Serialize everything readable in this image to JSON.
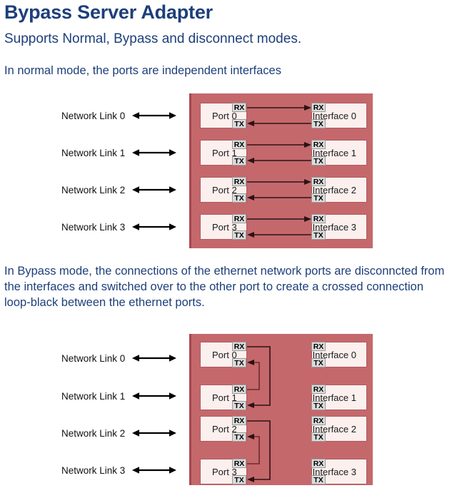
{
  "header": {
    "title": "Bypass Server Adapter",
    "subtitle": "Supports Normal, Bypass and disconnect modes."
  },
  "sections": [
    {
      "id": "normal",
      "intro": "In normal mode, the ports are independent interfaces",
      "links": [
        "Network Link 0",
        "Network Link 1",
        "Network Link 2",
        "Network Link 3"
      ],
      "ports": [
        "Port 0",
        "Port 1",
        "Port 2",
        "Port 3"
      ],
      "interfaces": [
        "Interface 0",
        "Interface 1",
        "Interface 2",
        "Interface 3"
      ],
      "pins": {
        "rx": "RX",
        "tx": "TX"
      }
    },
    {
      "id": "bypass",
      "intro": "In Bypass mode, the connections of the ethernet network ports are disconncted from the interfaces and switched over to the other port to create a crossed connection loop-black between the ethernet ports.",
      "links": [
        "Network Link 0",
        "Network Link 1",
        "Network Link 2",
        "Network Link 3"
      ],
      "ports": [
        "Port 0",
        "Port 1",
        "Port 2",
        "Port 3"
      ],
      "interfaces": [
        "Interface 0",
        "Interface 1",
        "Interface 2",
        "Interface 3"
      ],
      "pins": {
        "rx": "RX",
        "tx": "TX"
      }
    }
  ],
  "colors": {
    "title_blue": "#1d3f7a",
    "panel_rose": "#c4686c",
    "panel_edge": "#a8474f",
    "block_fill": "#fbf0ee",
    "block_border": "#b05a60",
    "pin_fill": "#dcdcdc",
    "wire_dark": "#2b1214",
    "wire_maroon": "#6e2a2e",
    "link_arrow": "#000000"
  }
}
